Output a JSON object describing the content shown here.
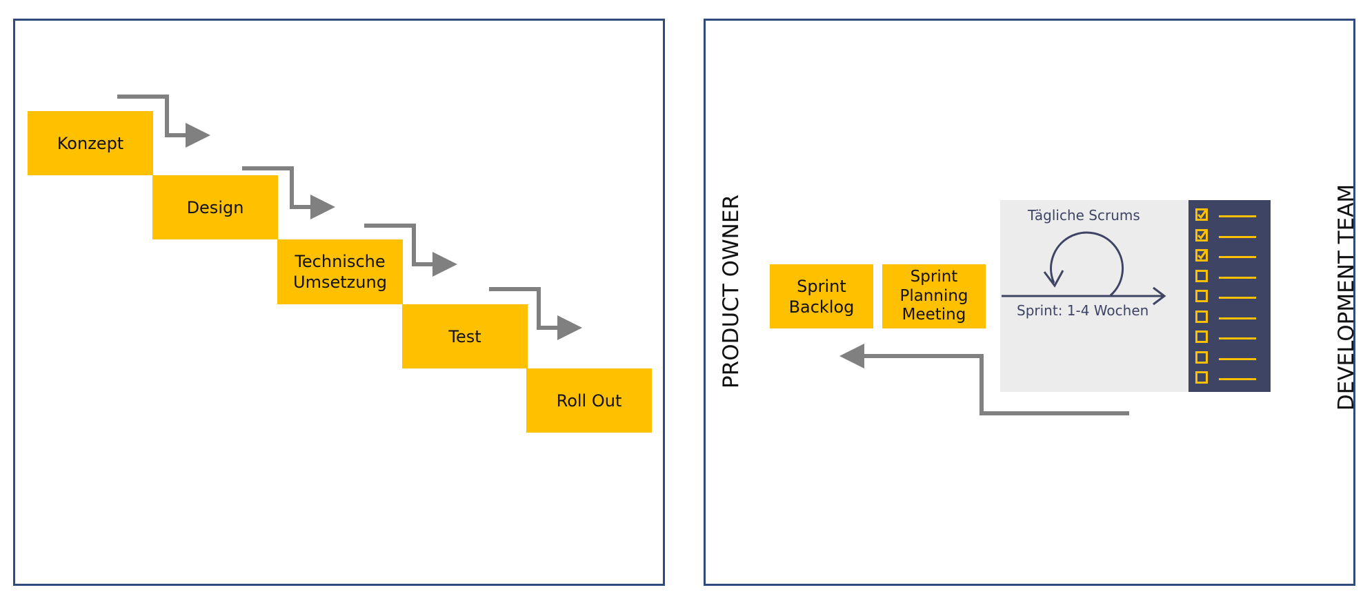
{
  "waterfall": {
    "steps": [
      {
        "label": "Konzept"
      },
      {
        "label": "Design"
      },
      {
        "label": "Technische\nUmsetzung"
      },
      {
        "label": "Test"
      },
      {
        "label": "Roll Out"
      }
    ]
  },
  "scrum": {
    "product_owner": "PRODUCT OWNER",
    "development_team": "DEVELOPMENT TEAM",
    "sprint_backlog": "Sprint\nBacklog",
    "sprint_planning": "Sprint\nPlanning\nMeeting",
    "daily_scrums": "Tägliche Scrums",
    "sprint_duration": "Sprint: 1-4 Wochen",
    "checklist_checked": 3,
    "checklist_total": 9
  },
  "colors": {
    "step_fill": "#ffc000",
    "arrow": "#808080",
    "border": "#2f4b7c",
    "navy": "#3e4464"
  }
}
